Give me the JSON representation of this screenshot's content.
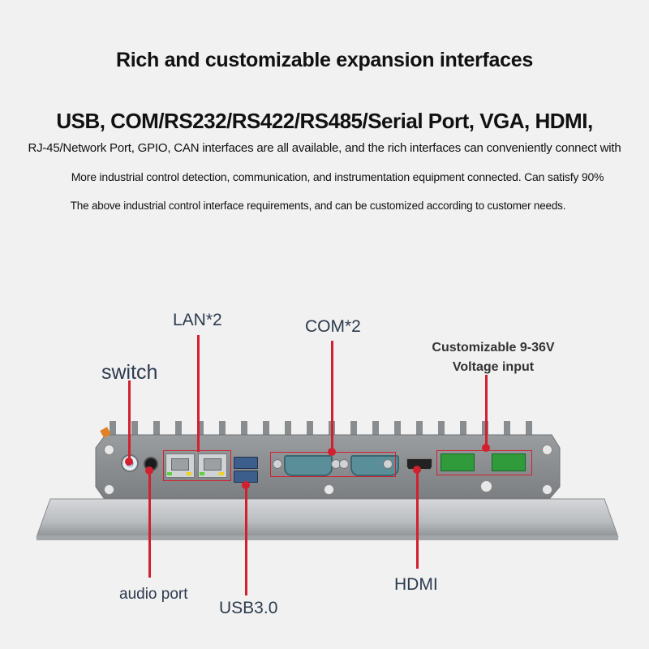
{
  "heading": {
    "title": "Rich and customizable expansion interfaces",
    "subtitle": "USB, COM/RS232/RS422/RS485/Serial Port, VGA, HDMI,",
    "lines": [
      "RJ-45/Network Port, GPIO, CAN interfaces are all available, and the rich interfaces can conveniently connect with",
      "More industrial control detection, communication, and instrumentation equipment connected. Can satisfy 90%",
      "The above industrial control interface requirements, and can be customized according to customer needs."
    ]
  },
  "callouts": {
    "switch": "switch",
    "lan": "LAN*2",
    "com": "COM*2",
    "voltage_line1": "Customizable 9-36V",
    "voltage_line2": "Voltage input",
    "audio": "audio port",
    "usb": "USB3.0",
    "hdmi": "HDMI"
  },
  "colors": {
    "callout_red": "#d2202e",
    "chassis": "#8c8f91",
    "port_label": "#e0812a"
  }
}
